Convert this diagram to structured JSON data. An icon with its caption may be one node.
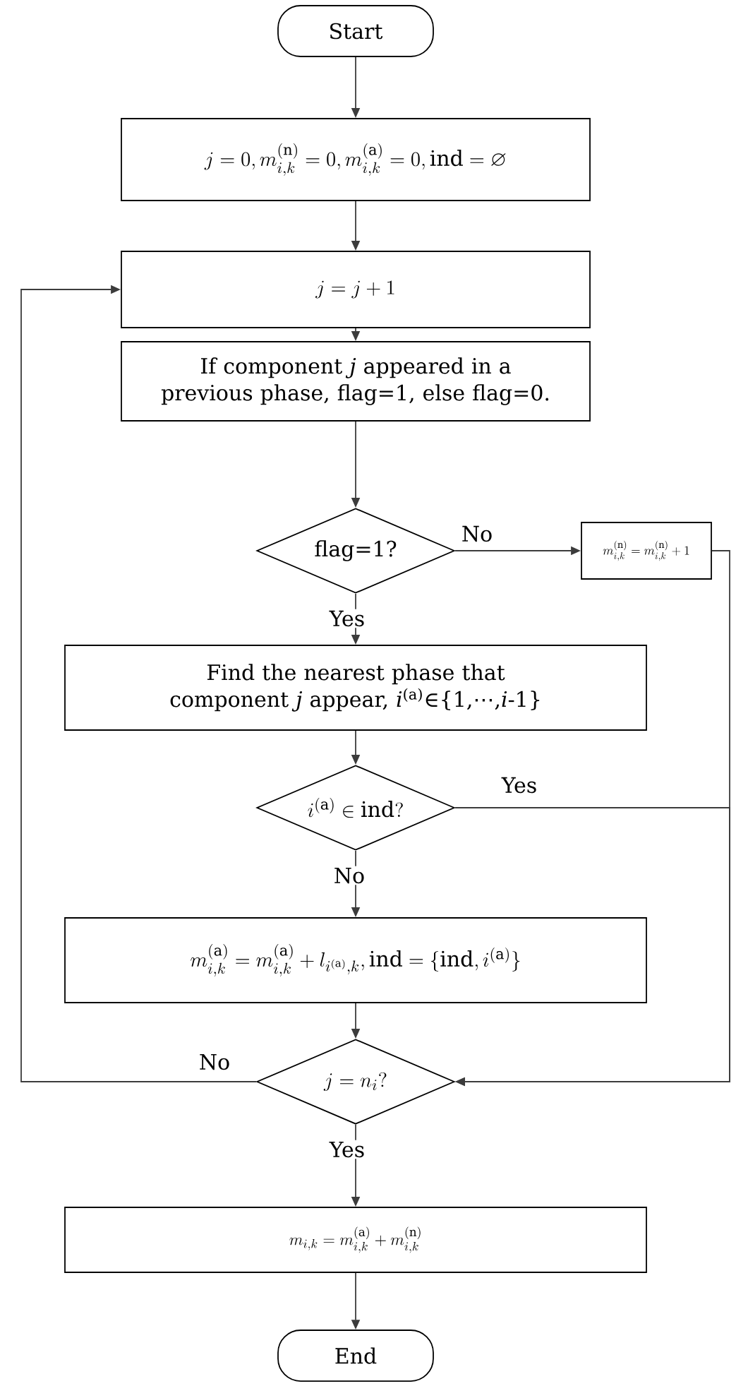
{
  "diagram": {
    "nodes": [
      {
        "text": [
          "Start"
        ]
      },
      {
        "text": [
          "j = 0, m_{i,k}^{(\\mathrm{n})} = 0, m_{i,k}^{(\\mathrm{a})} = 0, \\mathrm{ind} = \\varnothing"
        ]
      },
      {
        "text": [
          "j=j+1"
        ]
      },
      {
        "text": [
          "If component *j* appeared in  a previous phase, flag=1, else flag=0."
        ]
      },
      {
        "text": [
          "flag=1?"
        ]
      },
      {
        "text": [
          "m_{i,k}^{(\\mathrm{n})} = m_{i,k}^{(\\mathrm{n})} + 1"
        ]
      },
      {
        "text": [
          "Find the nearest phase that component *j* appear, *i*$^{(a)}$∈{1,⋯,*i*-1}"
        ]
      },
      {
        "text": [
          "i^{(\\mathrm{a})} \\in \\mathrm{ind}?"
        ]
      },
      {
        "text": [
          "m_{i,k}^{(\\mathrm{a})} = m_{i,k}^{(\\mathrm{a})} + l_{i^{(\\mathrm{a})},k}, \\mathrm{ind} = \\{\\mathrm{ind}, i^{(\\mathrm{a})}\\}"
        ]
      },
      {
        "text": [
          "j=n_i?"
        ]
      },
      {
        "text": [
          "m_{i,k} = m_{i,k}^{(\\mathrm{a})} + m_{i,k}^{(\\mathrm{n})}"
        ]
      },
      {
        "text": [
          "End"
        ]
      }
    ],
    "edges": [
      {
        "from": 0,
        "to": 1,
        "arrow": "to"
      },
      {
        "from": 1,
        "to": 2,
        "arrow": "to"
      },
      {
        "from": 2,
        "to": 3,
        "arrow": "to"
      },
      {
        "from": 3,
        "to": 4,
        "arrow": "to"
      },
      {
        "from": 4,
        "to": 5,
        "arrow": "to",
        "label": "No"
      },
      {
        "from": 4,
        "to": 6,
        "arrow": "to",
        "label": "Yes"
      },
      {
        "from": 5,
        "to": 9,
        "arrow": "to"
      },
      {
        "from": 6,
        "to": 7,
        "arrow": "to"
      },
      {
        "from": 7,
        "to": 9,
        "arrow": "to",
        "label": "Yes"
      },
      {
        "from": 7,
        "to": 8,
        "arrow": "to",
        "label": "No"
      },
      {
        "from": 8,
        "to": 9,
        "arrow": "to"
      },
      {
        "from": 9,
        "to": 2,
        "arrow": "to",
        "label": "No"
      },
      {
        "from": 9,
        "to": 10,
        "arrow": "to",
        "label": "Yes"
      },
      {
        "from": 10,
        "to": 11,
        "arrow": "to"
      }
    ]
  }
}
